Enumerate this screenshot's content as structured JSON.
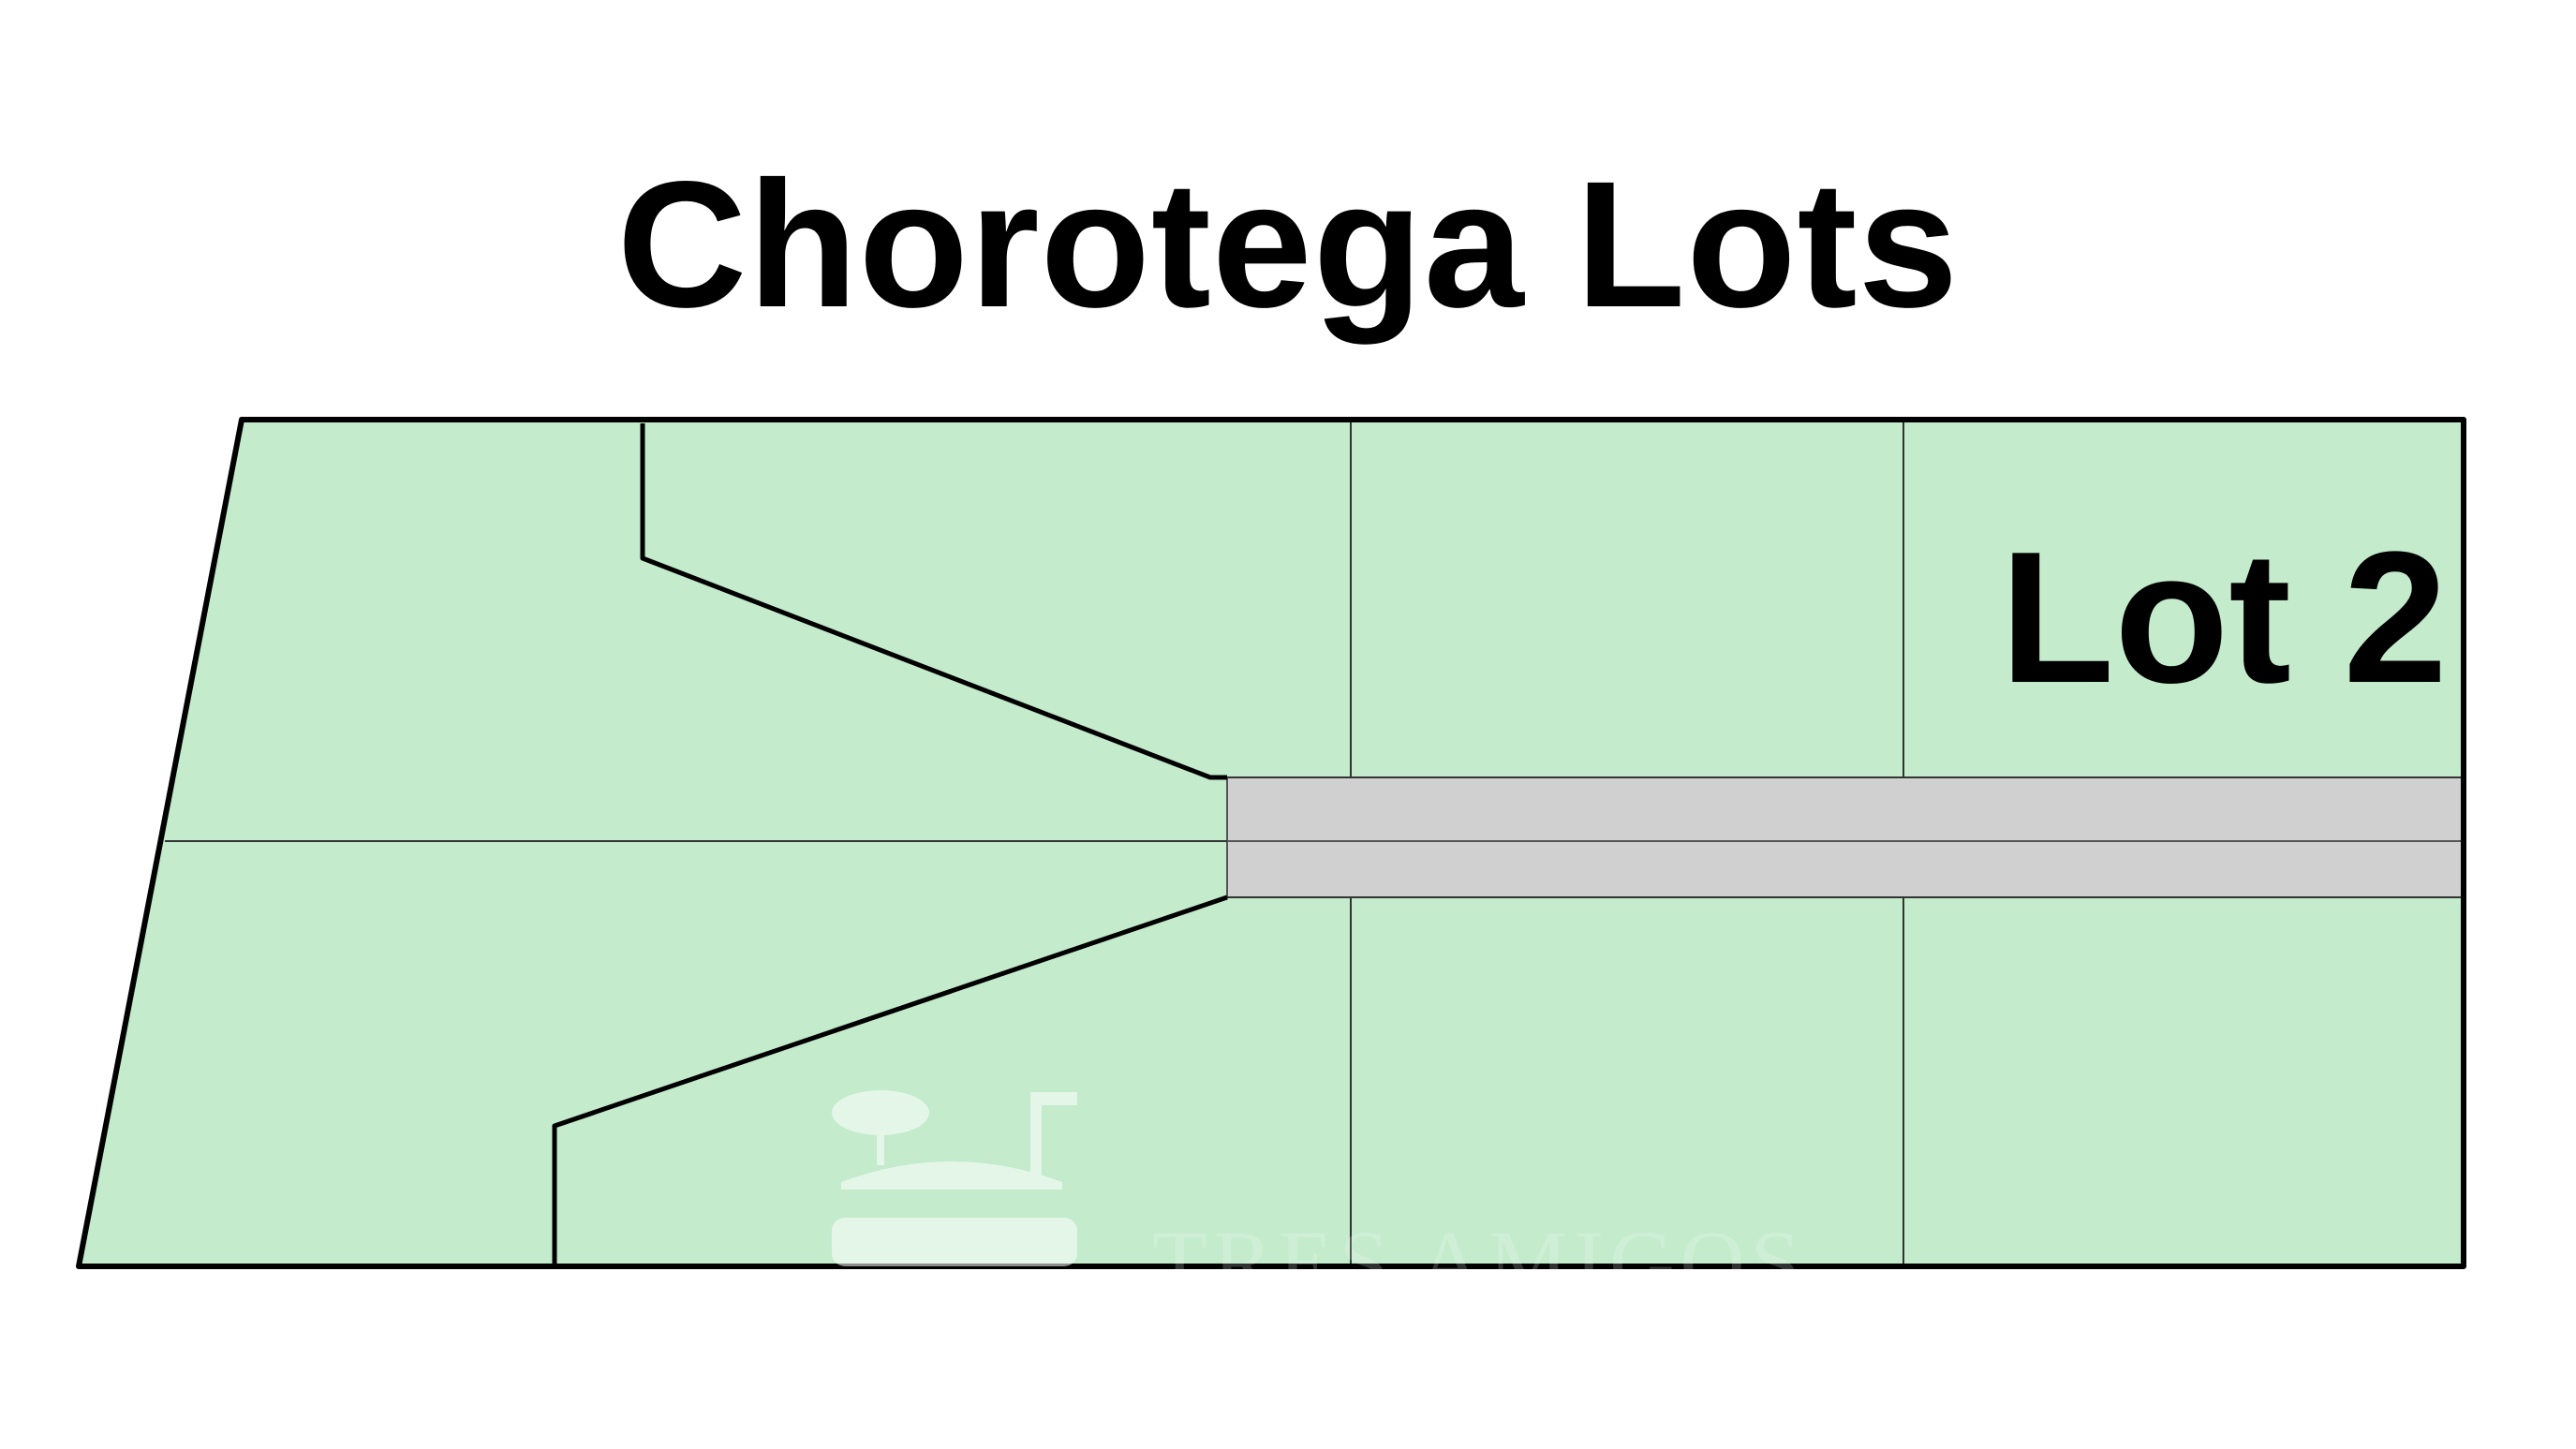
{
  "title": "Chorotega Lots",
  "lots": [
    {
      "label": "Lot 2"
    }
  ],
  "watermark": {
    "text": "TRES AMIGOS",
    "icon": "beach-umbrella-island-icon"
  },
  "colors": {
    "lot_fill": "#c3ebcc",
    "road_fill": "#d0d0d0",
    "boundary": "#000000",
    "background": "#ffffff"
  }
}
